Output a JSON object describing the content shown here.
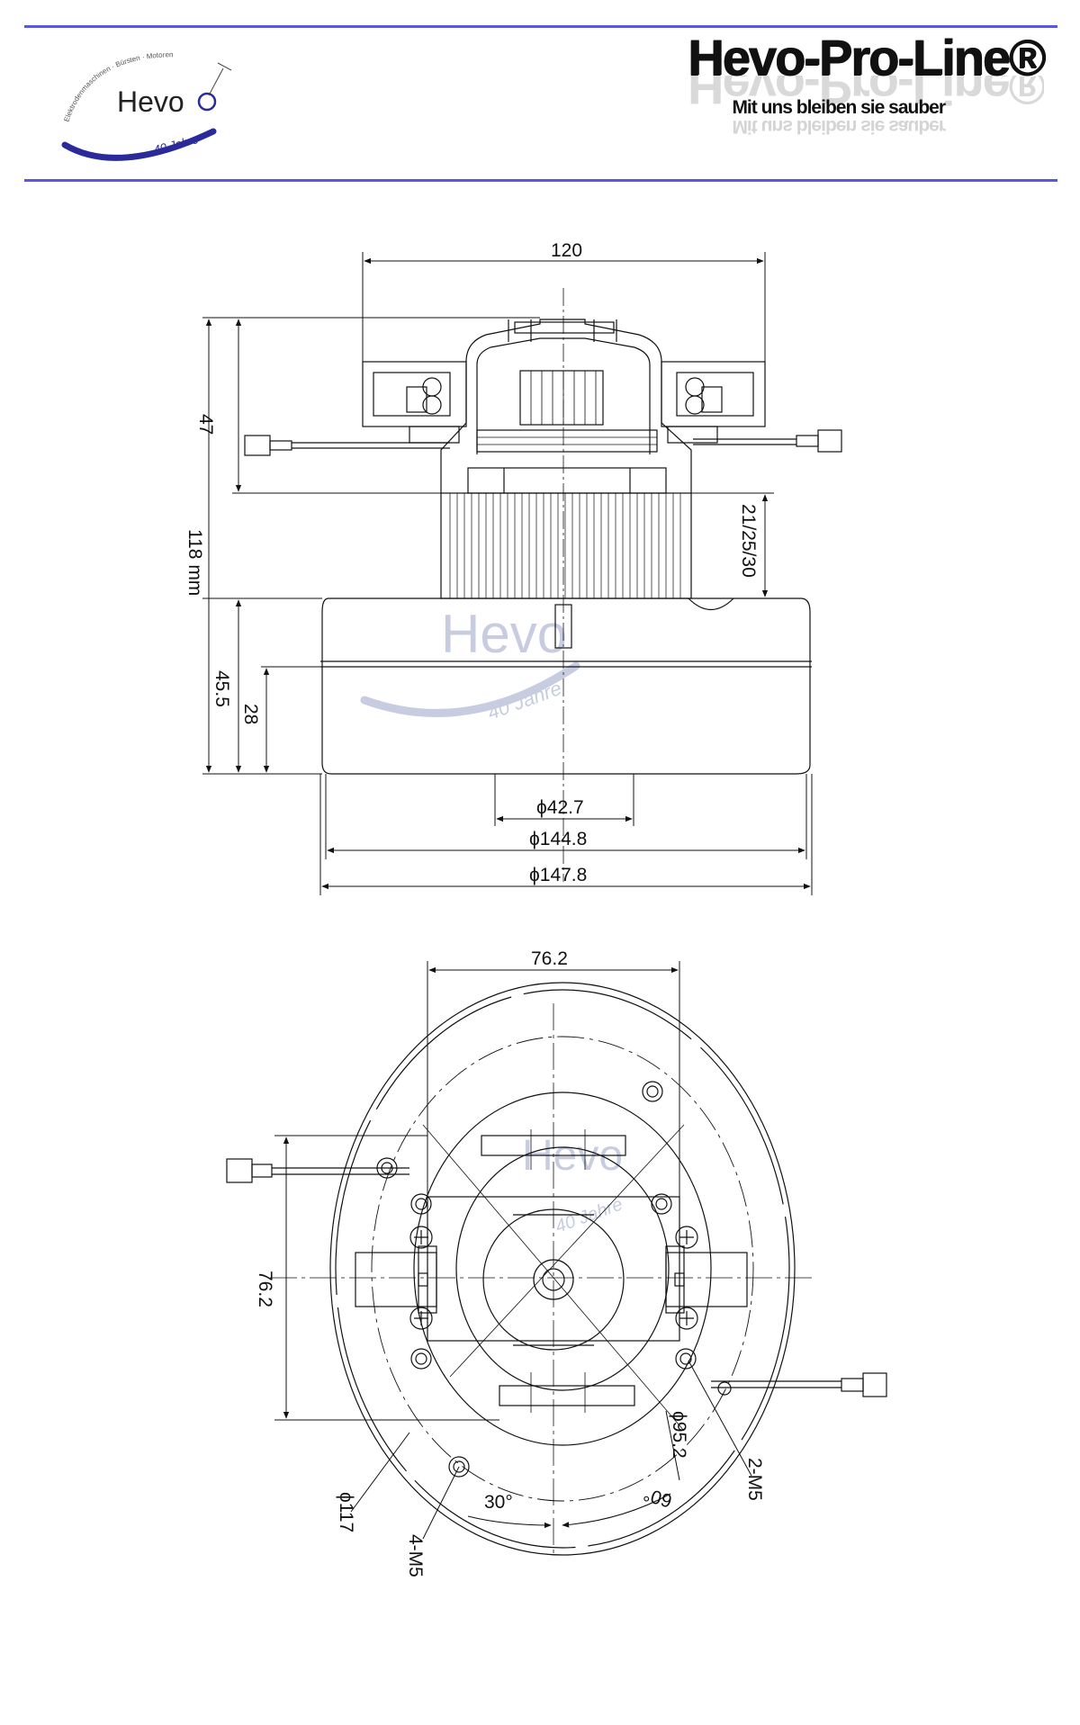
{
  "header": {
    "brand_title": "Hevo-Pro-Line®",
    "tagline": "Mit uns bleiben sie sauber",
    "logo": {
      "name": "Hevo",
      "arc_text": "Elektrodenmaschinen · Bürsten · Motoren",
      "anniversary": "40 Jahre"
    }
  },
  "side_view": {
    "dims": {
      "width_top": "120",
      "height_upper": "47",
      "height_total": "118 mm",
      "stack": "21/25/30",
      "fan_height": "45.5",
      "fan_inner": "28",
      "d_inner": "ϕ42.7",
      "d_mid": "ϕ144.8",
      "d_outer": "ϕ147.8"
    }
  },
  "top_view": {
    "dims": {
      "width": "76.2",
      "height": "76.2",
      "d_bolt": "ϕ95.2",
      "d_outer": "ϕ117",
      "holes_a": "2-M5",
      "holes_b": "4-M5",
      "angle_a": "30°",
      "angle_b": "60°"
    }
  },
  "watermark": {
    "name": "Hevo",
    "anniversary": "40 Jahre"
  },
  "colors": {
    "rule": "#5a58e0",
    "logo_blue": "#2a2a9a",
    "watermark": "#c8cce0"
  }
}
